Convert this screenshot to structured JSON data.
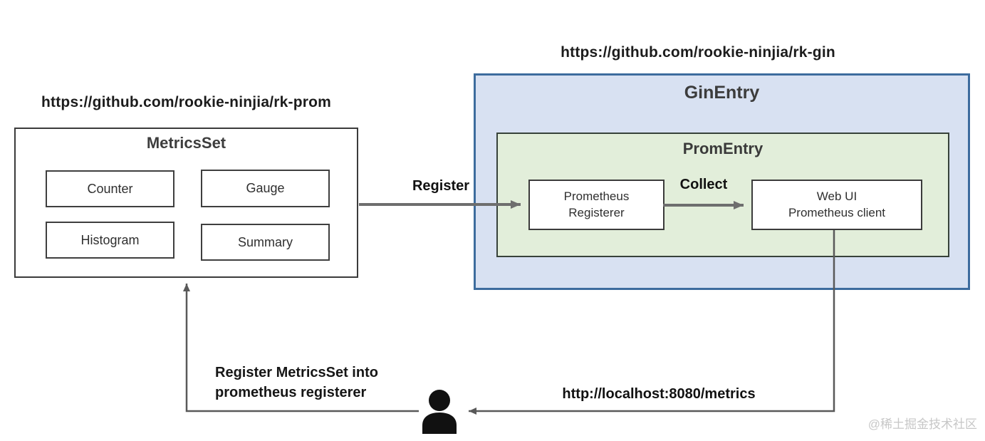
{
  "captions": {
    "rk_prom_url": "https://github.com/rookie-ninjia/rk-prom",
    "rk_gin_url": "https://github.com/rookie-ninjia/rk-gin"
  },
  "metrics_set": {
    "title": "MetricsSet",
    "items": [
      "Counter",
      "Gauge",
      "Histogram",
      "Summary"
    ]
  },
  "gin_entry": {
    "title": "GinEntry",
    "prom_entry": {
      "title": "PromEntry",
      "registerer_label": "Prometheus\nRegisterer",
      "webui_label": "Web UI\nPrometheus client"
    }
  },
  "flows": {
    "register_label": "Register",
    "collect_label": "Collect",
    "register_into_label": "Register MetricsSet into\nprometheus registerer",
    "metrics_url_label": "http://localhost:8080/metrics"
  },
  "watermark": "@稀土掘金技术社区",
  "colors": {
    "gin_entry_fill": "#d8e1f2",
    "gin_entry_border": "#3d6c9e",
    "prom_entry_fill": "#e2eeda",
    "prom_entry_border": "#37423a",
    "inner_box_border": "#3b3b3b",
    "thick_arrow": "#6e6e6e",
    "thin_line": "#595959",
    "person_icon": "#111111",
    "watermark_text": "#c7c7c7"
  }
}
